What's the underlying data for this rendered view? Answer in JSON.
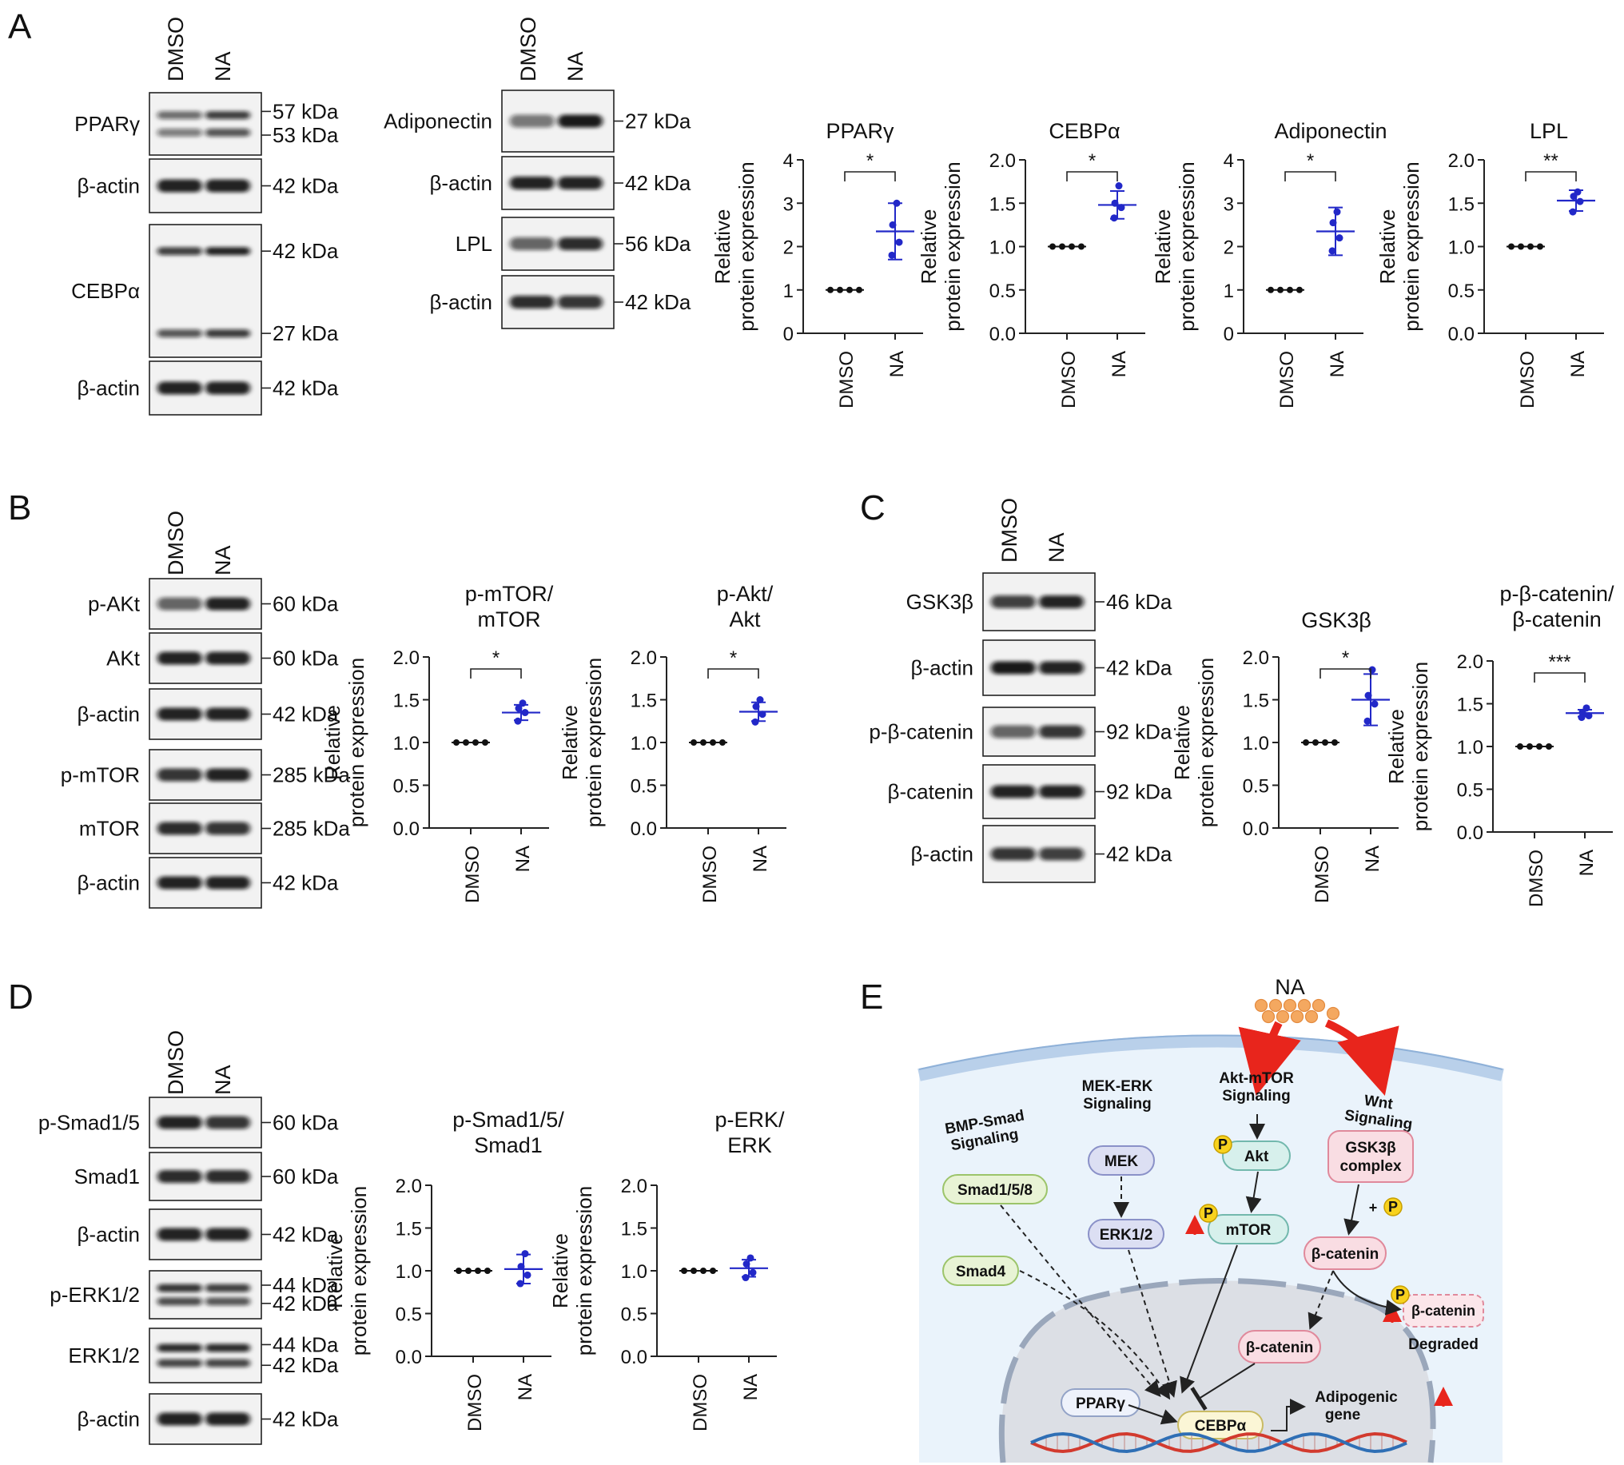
{
  "figure": {
    "lanes": [
      "DMSO",
      "NA"
    ],
    "y_label": [
      "Relative",
      "protein expression"
    ],
    "panels": [
      {
        "letter": "A",
        "blots": [
          {
            "rows": [
              {
                "label": "PPARγ",
                "marker": [
                  "57 kDa",
                  "53 kDa"
                ],
                "intensity": [
                  0.55,
                  0.8
                ]
              },
              {
                "label": "β-actin",
                "marker": [
                  "42 kDa"
                ],
                "intensity": [
                  0.95,
                  0.95
                ]
              },
              {
                "label": "CEBPα",
                "marker": [
                  "42 kDa",
                  "27 kDa"
                ],
                "intensity": [
                  0.8,
                  0.95
                ]
              },
              {
                "label": "β-actin",
                "marker": [
                  "42 kDa"
                ],
                "intensity": [
                  0.95,
                  0.95
                ]
              }
            ]
          },
          {
            "rows": [
              {
                "label": "Adiponectin",
                "marker": [
                  "27 kDa"
                ],
                "intensity": [
                  0.5,
                  1.0
                ]
              },
              {
                "label": "β-actin",
                "marker": [
                  "42 kDa"
                ],
                "intensity": [
                  0.95,
                  0.95
                ]
              },
              {
                "label": "LPL",
                "marker": [
                  "56 kDa"
                ],
                "intensity": [
                  0.6,
                  0.9
                ]
              },
              {
                "label": "β-actin",
                "marker": [
                  "42 kDa"
                ],
                "intensity": [
                  0.9,
                  0.85
                ]
              }
            ]
          }
        ]
      },
      {
        "letter": "B",
        "blots": [
          {
            "rows": [
              {
                "label": "p-AKt",
                "marker": [
                  "60 kDa"
                ],
                "intensity": [
                  0.6,
                  0.95
                ]
              },
              {
                "label": "AKt",
                "marker": [
                  "60 kDa"
                ],
                "intensity": [
                  0.95,
                  0.95
                ]
              },
              {
                "label": "β-actin",
                "marker": [
                  "42 kDa"
                ],
                "intensity": [
                  0.95,
                  0.95
                ]
              },
              {
                "label": "p-mTOR",
                "marker": [
                  "285 kDa"
                ],
                "intensity": [
                  0.85,
                  0.95
                ]
              },
              {
                "label": "mTOR",
                "marker": [
                  "285 kDa"
                ],
                "intensity": [
                  0.9,
                  0.85
                ]
              },
              {
                "label": "β-actin",
                "marker": [
                  "42 kDa"
                ],
                "intensity": [
                  0.95,
                  0.95
                ]
              }
            ]
          }
        ]
      },
      {
        "letter": "C",
        "blots": [
          {
            "rows": [
              {
                "label": "GSK3β",
                "marker": [
                  "46 kDa"
                ],
                "intensity": [
                  0.8,
                  0.95
                ]
              },
              {
                "label": "β-actin",
                "marker": [
                  "42 kDa"
                ],
                "intensity": [
                  1.0,
                  0.95
                ]
              },
              {
                "label": "p-β-catenin",
                "marker": [
                  "92 kDa"
                ],
                "intensity": [
                  0.6,
                  0.85
                ]
              },
              {
                "label": "β-catenin",
                "marker": [
                  "92 kDa"
                ],
                "intensity": [
                  0.95,
                  0.95
                ]
              },
              {
                "label": "β-actin",
                "marker": [
                  "42 kDa"
                ],
                "intensity": [
                  0.85,
                  0.8
                ]
              }
            ]
          }
        ]
      },
      {
        "letter": "D",
        "blots": [
          {
            "rows": [
              {
                "label": "p-Smad1/5",
                "marker": [
                  "60 kDa"
                ],
                "intensity": [
                  0.95,
                  0.85
                ]
              },
              {
                "label": "Smad1",
                "marker": [
                  "60 kDa"
                ],
                "intensity": [
                  0.9,
                  0.9
                ]
              },
              {
                "label": "β-actin",
                "marker": [
                  "42 kDa"
                ],
                "intensity": [
                  0.95,
                  0.95
                ]
              },
              {
                "label": "p-ERK1/2",
                "marker": [
                  "44 kDa",
                  "42 kDa"
                ],
                "intensity": [
                  0.85,
                  0.8
                ]
              },
              {
                "label": "ERK1/2",
                "marker": [
                  "44 kDa",
                  "42 kDa"
                ],
                "intensity": [
                  0.9,
                  0.9
                ]
              },
              {
                "label": "β-actin",
                "marker": [
                  "42 kDa"
                ],
                "intensity": [
                  0.95,
                  0.95
                ]
              }
            ]
          }
        ]
      },
      {
        "letter": "E"
      }
    ]
  },
  "chart_data": [
    {
      "type": "scatter",
      "panel": "A",
      "title": "PPARγ",
      "ylabel": "Relative protein expression",
      "categories": [
        "DMSO",
        "NA"
      ],
      "ylim": [
        0,
        4
      ],
      "yticks": [
        "0",
        "1",
        "2",
        "3",
        "4"
      ],
      "series": [
        {
          "x": "DMSO",
          "values": [
            1,
            1,
            1,
            1
          ],
          "mean": 1,
          "sd": 0
        },
        {
          "x": "NA",
          "values": [
            3.0,
            2.5,
            2.1,
            1.8
          ],
          "mean": 2.35,
          "sd": 0.65
        }
      ],
      "significance": "*"
    },
    {
      "type": "scatter",
      "panel": "A",
      "title": "CEBPα",
      "ylabel": "Relative protein expression",
      "categories": [
        "DMSO",
        "NA"
      ],
      "ylim": [
        0,
        2.0
      ],
      "yticks": [
        "0.0",
        "0.5",
        "1.0",
        "1.5",
        "2.0"
      ],
      "series": [
        {
          "x": "DMSO",
          "values": [
            1,
            1,
            1,
            1
          ],
          "mean": 1,
          "sd": 0
        },
        {
          "x": "NA",
          "values": [
            1.7,
            1.5,
            1.45,
            1.33
          ],
          "mean": 1.48,
          "sd": 0.16
        }
      ],
      "significance": "*"
    },
    {
      "type": "scatter",
      "panel": "A",
      "title": "Adiponectin",
      "ylabel": "Relative protein expression",
      "categories": [
        "DMSO",
        "NA"
      ],
      "ylim": [
        0,
        4
      ],
      "yticks": [
        "0",
        "1",
        "2",
        "3",
        "4"
      ],
      "series": [
        {
          "x": "DMSO",
          "values": [
            1,
            1,
            1,
            1
          ],
          "mean": 1,
          "sd": 0
        },
        {
          "x": "NA",
          "values": [
            2.8,
            2.55,
            2.2,
            1.9
          ],
          "mean": 2.35,
          "sd": 0.55
        }
      ],
      "significance": "*"
    },
    {
      "type": "scatter",
      "panel": "A",
      "title": "LPL",
      "ylabel": "Relative protein expression",
      "categories": [
        "DMSO",
        "NA"
      ],
      "ylim": [
        0,
        2.0
      ],
      "yticks": [
        "0.0",
        "0.5",
        "1.0",
        "1.5",
        "2.0"
      ],
      "series": [
        {
          "x": "DMSO",
          "values": [
            1,
            1,
            1,
            1
          ],
          "mean": 1,
          "sd": 0
        },
        {
          "x": "NA",
          "values": [
            1.63,
            1.58,
            1.52,
            1.4
          ],
          "mean": 1.53,
          "sd": 0.12
        }
      ],
      "significance": "**"
    },
    {
      "type": "scatter",
      "panel": "B",
      "title": [
        "p-mTOR/",
        "mTOR"
      ],
      "ylabel": "Relative protein expression",
      "categories": [
        "DMSO",
        "NA"
      ],
      "ylim": [
        0,
        2.0
      ],
      "yticks": [
        "0.0",
        "0.5",
        "1.0",
        "1.5",
        "2.0"
      ],
      "series": [
        {
          "x": "DMSO",
          "values": [
            1,
            1,
            1,
            1
          ],
          "mean": 1,
          "sd": 0
        },
        {
          "x": "NA",
          "values": [
            1.46,
            1.4,
            1.35,
            1.25
          ],
          "mean": 1.35,
          "sd": 0.09
        }
      ],
      "significance": "*"
    },
    {
      "type": "scatter",
      "panel": "B",
      "title": [
        "p-Akt/",
        "Akt"
      ],
      "ylabel": "Relative protein expression",
      "categories": [
        "DMSO",
        "NA"
      ],
      "ylim": [
        0,
        2.0
      ],
      "yticks": [
        "0.0",
        "0.5",
        "1.0",
        "1.5",
        "2.0"
      ],
      "series": [
        {
          "x": "DMSO",
          "values": [
            1,
            1,
            1,
            1
          ],
          "mean": 1,
          "sd": 0
        },
        {
          "x": "NA",
          "values": [
            1.5,
            1.42,
            1.33,
            1.24
          ],
          "mean": 1.36,
          "sd": 0.11
        }
      ],
      "significance": "*"
    },
    {
      "type": "scatter",
      "panel": "C",
      "title": "GSK3β",
      "ylabel": "Relative protein expression",
      "categories": [
        "DMSO",
        "NA"
      ],
      "ylim": [
        0,
        2.0
      ],
      "yticks": [
        "0.0",
        "0.5",
        "1.0",
        "1.5",
        "2.0"
      ],
      "series": [
        {
          "x": "DMSO",
          "values": [
            1,
            1,
            1,
            1
          ],
          "mean": 1,
          "sd": 0
        },
        {
          "x": "NA",
          "values": [
            1.85,
            1.55,
            1.45,
            1.25
          ],
          "mean": 1.5,
          "sd": 0.3
        }
      ],
      "significance": "*"
    },
    {
      "type": "scatter",
      "panel": "C",
      "title": [
        "p-β-catenin/",
        "β-catenin"
      ],
      "ylabel": "Relative protein expression",
      "categories": [
        "DMSO",
        "NA"
      ],
      "ylim": [
        0,
        2.0
      ],
      "yticks": [
        "0.0",
        "0.5",
        "1.0",
        "1.5",
        "2.0"
      ],
      "series": [
        {
          "x": "DMSO",
          "values": [
            1,
            1,
            1,
            1
          ],
          "mean": 1,
          "sd": 0
        },
        {
          "x": "NA",
          "values": [
            1.45,
            1.4,
            1.36,
            1.34
          ],
          "mean": 1.39,
          "sd": 0.04
        }
      ],
      "significance": "***"
    },
    {
      "type": "scatter",
      "panel": "D",
      "title": [
        "p-Smad1/5/",
        "Smad1"
      ],
      "ylabel": "Relative protein expression",
      "categories": [
        "DMSO",
        "NA"
      ],
      "ylim": [
        0,
        2.0
      ],
      "yticks": [
        "0.0",
        "0.5",
        "1.0",
        "1.5",
        "2.0"
      ],
      "series": [
        {
          "x": "DMSO",
          "values": [
            1,
            1,
            1,
            1
          ],
          "mean": 1,
          "sd": 0
        },
        {
          "x": "NA",
          "values": [
            1.2,
            1.05,
            0.95,
            0.85
          ],
          "mean": 1.02,
          "sd": 0.17
        }
      ],
      "significance": ""
    },
    {
      "type": "scatter",
      "panel": "D",
      "title": [
        "p-ERK/",
        "ERK"
      ],
      "ylabel": "Relative protein expression",
      "categories": [
        "DMSO",
        "NA"
      ],
      "ylim": [
        0,
        2.0
      ],
      "yticks": [
        "0.0",
        "0.5",
        "1.0",
        "1.5",
        "2.0"
      ],
      "series": [
        {
          "x": "DMSO",
          "values": [
            1,
            1,
            1,
            1
          ],
          "mean": 1,
          "sd": 0
        },
        {
          "x": "NA",
          "values": [
            1.15,
            1.08,
            0.98,
            0.92
          ],
          "mean": 1.03,
          "sd": 0.1
        }
      ],
      "significance": ""
    }
  ],
  "schematic": {
    "drug": "NA",
    "pathways": {
      "bmp": [
        "BMP-Smad",
        "Signaling"
      ],
      "mek": [
        "MEK-ERK",
        "Signaling"
      ],
      "akt": [
        "Akt-mTOR",
        "Signaling"
      ],
      "wnt": [
        "Wnt",
        "Signaling"
      ]
    },
    "nodes": {
      "smad158": "Smad1/5/8",
      "smad4": "Smad4",
      "mek": "MEK",
      "erk": "ERK1/2",
      "akt": "Akt",
      "mtor": "mTOR",
      "gsk": [
        "GSK3β",
        "complex"
      ],
      "bcat": "β-catenin",
      "bcat_nuc": "β-catenin",
      "bcat_deg": "β-catenin",
      "degraded": "Degraded",
      "ppar": "PPARγ",
      "cebp": "CEBPα",
      "adipo": [
        "Adipogenic",
        "gene"
      ]
    },
    "phospho": "P",
    "plus": "+",
    "colors": {
      "accent": "#e8251c",
      "series_na": "#2228c8",
      "membrane": "#b9d0ea",
      "nucleus": "#dcdfe5",
      "dna_a": "#d23a2e",
      "dna_b": "#2f6fb5"
    }
  }
}
